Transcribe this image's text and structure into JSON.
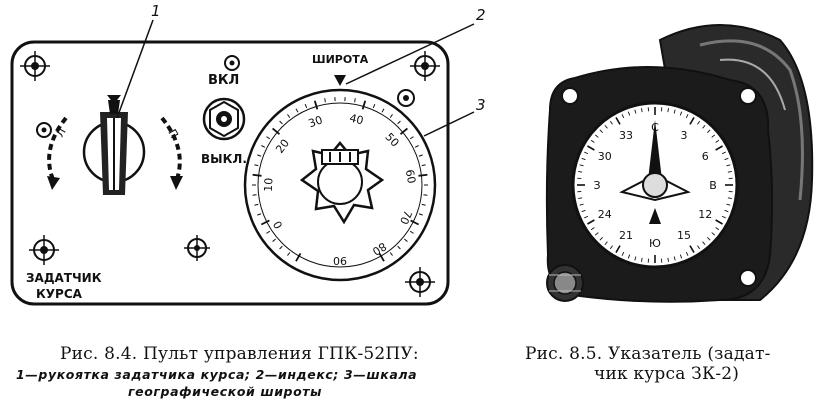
{
  "figure_left": {
    "callouts": [
      "1",
      "2",
      "3"
    ],
    "switch_on": "ВКЛ",
    "switch_off": "ВЫКЛ.",
    "latitude_label": "ШИРОТА",
    "setter_label_line1": "ЗАДАТЧИК",
    "setter_label_line2": "КУРСА",
    "handle_letter_left": "Л",
    "handle_letter_right": "П",
    "scale_ticks": [
      "0",
      "10",
      "20",
      "30",
      "40",
      "50",
      "60",
      "70",
      "80",
      "90"
    ]
  },
  "figure_right": {
    "dial_numbers": [
      "С",
      "3",
      "6",
      "В",
      "12",
      "15",
      "Ю",
      "21",
      "24",
      "З",
      "30",
      "33"
    ]
  },
  "caption_left": {
    "title": "Рис. 8.4. Пульт управления ГПК-52ПУ:",
    "line2": "1—рукоятка задатчика курса; 2—индекс; 3—шкала",
    "line3": "географической широты"
  },
  "caption_right": {
    "line1": "Рис. 8.5. Указатель (задат-",
    "line2": "чик курса ЗК-2)"
  }
}
